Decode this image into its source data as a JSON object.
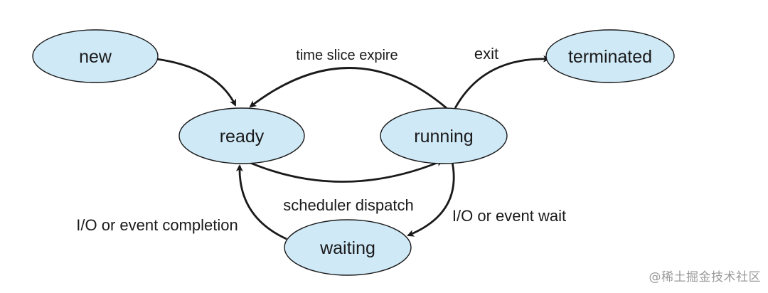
{
  "colors": {
    "state_fill": "#cfe9f7"
  },
  "states": {
    "new": "new",
    "ready": "ready",
    "running": "running",
    "waiting": "waiting",
    "terminated": "terminated"
  },
  "transitions": {
    "time_slice_expire": "time slice expire",
    "exit": "exit",
    "scheduler_dispatch": "scheduler dispatch",
    "io_event_completion": "I/O or event completion",
    "io_event_wait": "I/O or event wait"
  },
  "watermark": "@稀土掘金技术社区"
}
